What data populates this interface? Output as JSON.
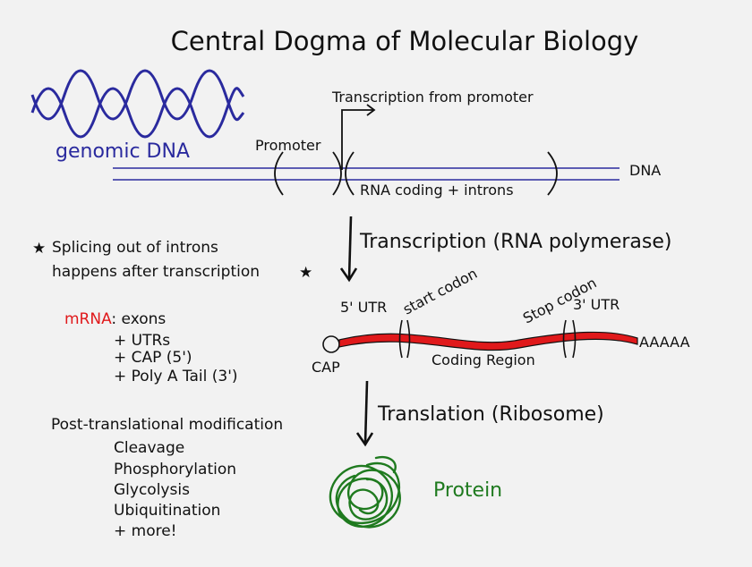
{
  "title": "Central Dogma of Molecular Biology",
  "genomic_dna_label": "genomic DNA",
  "dna_label": "DNA",
  "promoter_label": "Promoter",
  "transcription_from_promoter": "Transcription from promoter",
  "rna_coding_label": "RNA coding + introns",
  "transcription_step": "Transcription (RNA polymerase)",
  "splicing_note": {
    "line1": "Splicing out of introns",
    "line2": "happens after transcription",
    "star": "★"
  },
  "mrna": {
    "label": "mRNA",
    "first": ": exons",
    "items": [
      "+ UTRs",
      "+ CAP (5')",
      "+ Poly A Tail (3')"
    ]
  },
  "mrna_diagram": {
    "utr5": "5' UTR",
    "start_codon": "start codon",
    "stop_codon": "Stop codon",
    "utr3": "3' UTR",
    "polya": "AAAAA",
    "cap": "CAP",
    "coding_region": "Coding Region"
  },
  "translation_step": "Translation (Ribosome)",
  "protein_label": "Protein",
  "ptm": {
    "heading": "Post-translational modification",
    "items": [
      "Cleavage",
      "Phosphorylation",
      "Glycolysis",
      "Ubiquitination",
      "+ more!"
    ]
  },
  "colors": {
    "dna_blue": "#2a2a9e",
    "mrna_red": "#e0191b",
    "protein_green": "#1f7a1f"
  }
}
